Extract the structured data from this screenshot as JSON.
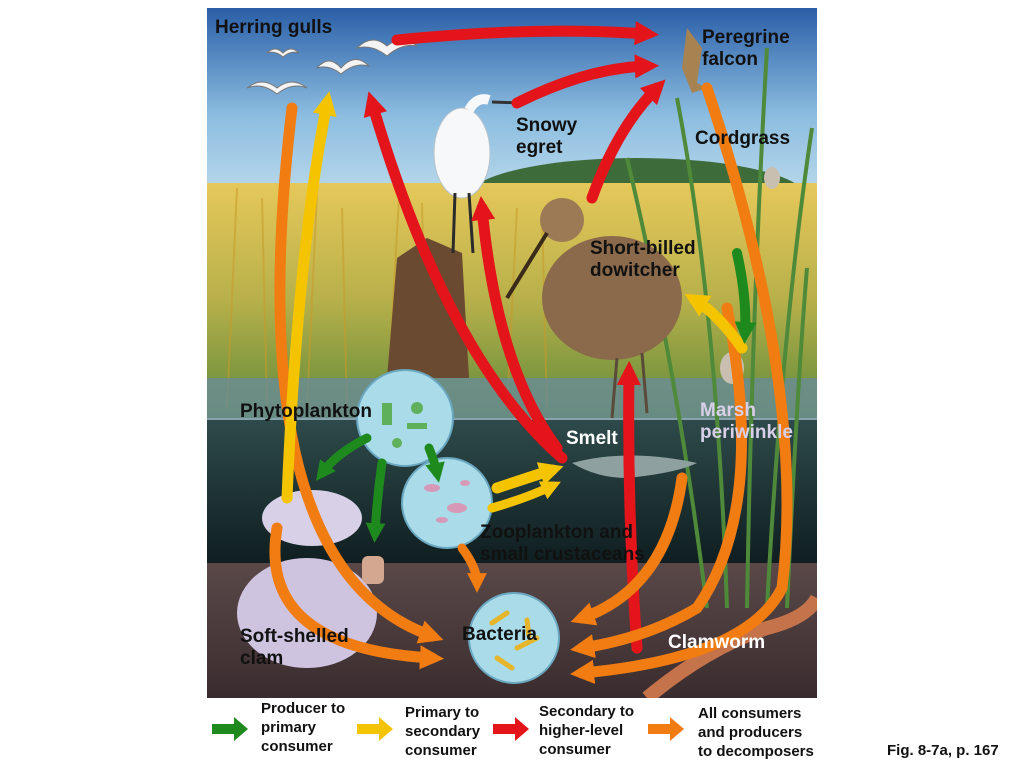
{
  "labels": {
    "herring_gulls": "Herring gulls",
    "peregrine_falcon": "Peregrine\nfalcon",
    "snowy_egret": "Snowy\negret",
    "cordgrass": "Cordgrass",
    "dowitcher": "Short-billed\ndowitcher",
    "phytoplankton": "Phytoplankton",
    "marsh_periwinkle": "Marsh\nperiwinkle",
    "smelt": "Smelt",
    "zooplankton": "Zooplankton and\nsmall crustaceans",
    "clam": "Soft-shelled\nclam",
    "bacteria": "Bacteria",
    "clamworm": "Clamworm"
  },
  "legend": [
    {
      "text": "Producer to\nprimary\nconsumer",
      "color": "#1e8a1e"
    },
    {
      "text": "Primary to\nsecondary\nconsumer",
      "color": "#f5c400"
    },
    {
      "text": "Secondary to\nhigher-level\nconsumer",
      "color": "#e3151a"
    },
    {
      "text": "All consumers\nand producers\nto decomposers",
      "color": "#f07c12"
    }
  ],
  "caption": "Fig. 8-7a, p. 167"
}
